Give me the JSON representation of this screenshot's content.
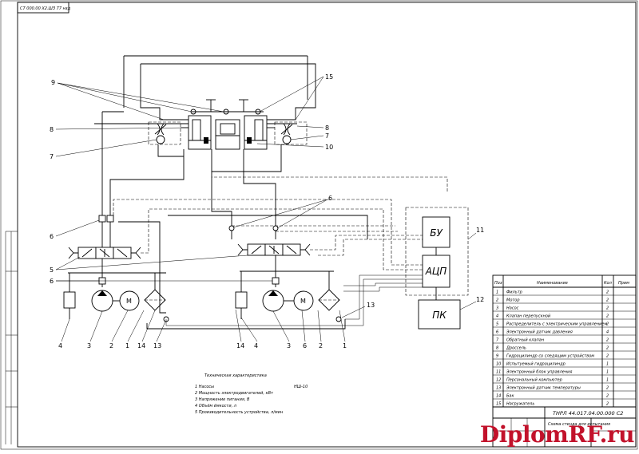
{
  "stamp_text": "С7 000.00 Х2.ШЗ 77 нзд",
  "doc_code": "ТНРЛ 44.017.04.00.000 С2",
  "doc_title": "Схема стенда для испытания",
  "blocks": {
    "bu": "БУ",
    "acp": "АЦП",
    "pc": "ПК"
  },
  "callouts": [
    "1",
    "2",
    "3",
    "4",
    "5",
    "6",
    "7",
    "8",
    "9",
    "10",
    "11",
    "12",
    "13",
    "14",
    "15"
  ],
  "tech": {
    "title": "Техническая характеристика",
    "rows": [
      {
        "name": "1 Насосы",
        "value": "НШ-10"
      },
      {
        "name": "2 Мощность электродвигателей, кВт",
        "value": ""
      },
      {
        "name": "3 Напряжение питания, В",
        "value": ""
      },
      {
        "name": "4 Объём ёмкости, л",
        "value": ""
      },
      {
        "name": "5 Производительность устройства, л/мин",
        "value": ""
      }
    ]
  },
  "spec": {
    "headers": [
      "Поз",
      "Наименование",
      "Кол",
      "Прим"
    ],
    "rows": [
      {
        "pos": "1",
        "name": "Фильтр",
        "qty": "2"
      },
      {
        "pos": "2",
        "name": "Мотор",
        "qty": "2"
      },
      {
        "pos": "3",
        "name": "Насос",
        "qty": "2"
      },
      {
        "pos": "4",
        "name": "Клапан перепускной",
        "qty": "2"
      },
      {
        "pos": "5",
        "name": "Распределитель с электрическим управлением",
        "qty": "2"
      },
      {
        "pos": "6",
        "name": "Электронный датчик давления",
        "qty": "4"
      },
      {
        "pos": "7",
        "name": "Обратный клапан",
        "qty": "2"
      },
      {
        "pos": "8",
        "name": "Дроссель",
        "qty": "2"
      },
      {
        "pos": "9",
        "name": "Гидроцилиндр со следящим устройством",
        "qty": "2"
      },
      {
        "pos": "10",
        "name": "Испытуемый гидроцилиндр",
        "qty": "1"
      },
      {
        "pos": "11",
        "name": "Электронный блок управления",
        "qty": "1"
      },
      {
        "pos": "12",
        "name": "Персональный компьютер",
        "qty": "1"
      },
      {
        "pos": "13",
        "name": "Электронный датчик температуры",
        "qty": "2"
      },
      {
        "pos": "14",
        "name": "Бак",
        "qty": "2"
      },
      {
        "pos": "15",
        "name": "Нагружатель",
        "qty": "2"
      }
    ]
  },
  "watermark": "DiplomRF.ru",
  "colors": {
    "ink": "#000000",
    "paper": "#ffffff",
    "brand": "#c2122b"
  }
}
